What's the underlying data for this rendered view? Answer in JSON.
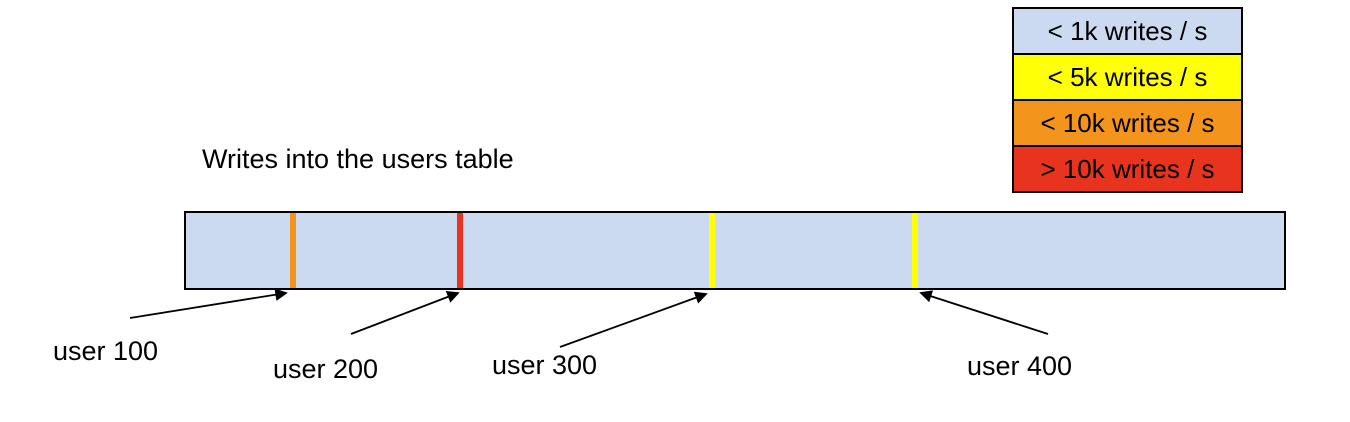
{
  "diagram": {
    "title": "Writes into the users table",
    "bar": {
      "fill": "#cbdaf0",
      "border": "#000000"
    },
    "markers": [
      {
        "label": "user 100",
        "color": "#f3941d",
        "x_css": "104px"
      },
      {
        "label": "user 200",
        "color": "#e8341f",
        "x_css": "271px"
      },
      {
        "label": "user 300",
        "color": "#ffff05",
        "x_css": "523px"
      },
      {
        "label": "user 400",
        "color": "#ffff05",
        "x_css": "726px"
      }
    ],
    "arrow_color": "#000000"
  },
  "legend": {
    "items": [
      {
        "label": "< 1k writes / s",
        "color": "#cbdaf0"
      },
      {
        "label": "< 5k writes / s",
        "color": "#ffff05"
      },
      {
        "label": "< 10k writes / s",
        "color": "#f3941d"
      },
      {
        "label": "> 10k writes / s",
        "color": "#e8341f"
      }
    ]
  }
}
